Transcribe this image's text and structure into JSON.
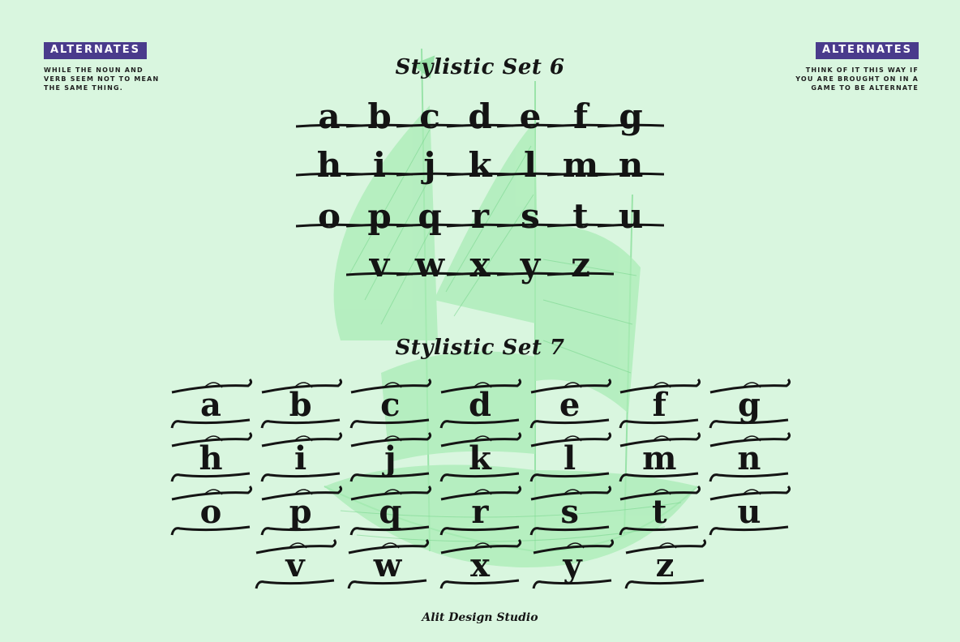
{
  "left_panel": {
    "badge": "ALTERNATES",
    "lines": [
      "WHILE THE NOUN AND",
      "VERB SEEM NOT TO MEAN",
      "THE SAME THING."
    ]
  },
  "right_panel": {
    "badge": "ALTERNATES",
    "lines": [
      "THINK OF IT THIS WAY IF",
      "YOU ARE BROUGHT ON IN A",
      "GAME TO BE ALTERNATE"
    ]
  },
  "set6": {
    "title": "Stylistic Set 6",
    "rows": [
      [
        "a",
        "b",
        "c",
        "d",
        "e",
        "f",
        "g"
      ],
      [
        "h",
        "i",
        "j",
        "k",
        "l",
        "m",
        "n"
      ],
      [
        "o",
        "p",
        "q",
        "r",
        "s",
        "t",
        "u"
      ],
      [
        "v",
        "w",
        "x",
        "y",
        "z"
      ]
    ]
  },
  "set7": {
    "title": "Stylistic Set 7",
    "rows": [
      [
        "a",
        "b",
        "c",
        "d",
        "e",
        "f",
        "g"
      ],
      [
        "h",
        "i",
        "j",
        "k",
        "l",
        "m",
        "n"
      ],
      [
        "o",
        "p",
        "q",
        "r",
        "s",
        "t",
        "u"
      ],
      [
        "v",
        "w",
        "x",
        "y",
        "z"
      ]
    ]
  },
  "footer": {
    "credit": "Alit Design Studio"
  },
  "colors": {
    "background": "#d9f6df",
    "badge": "#4a3b8c",
    "ink": "#141414",
    "ship": "#8fe0a0"
  },
  "icons": {
    "background_art": "sailing-ship-illustration"
  }
}
